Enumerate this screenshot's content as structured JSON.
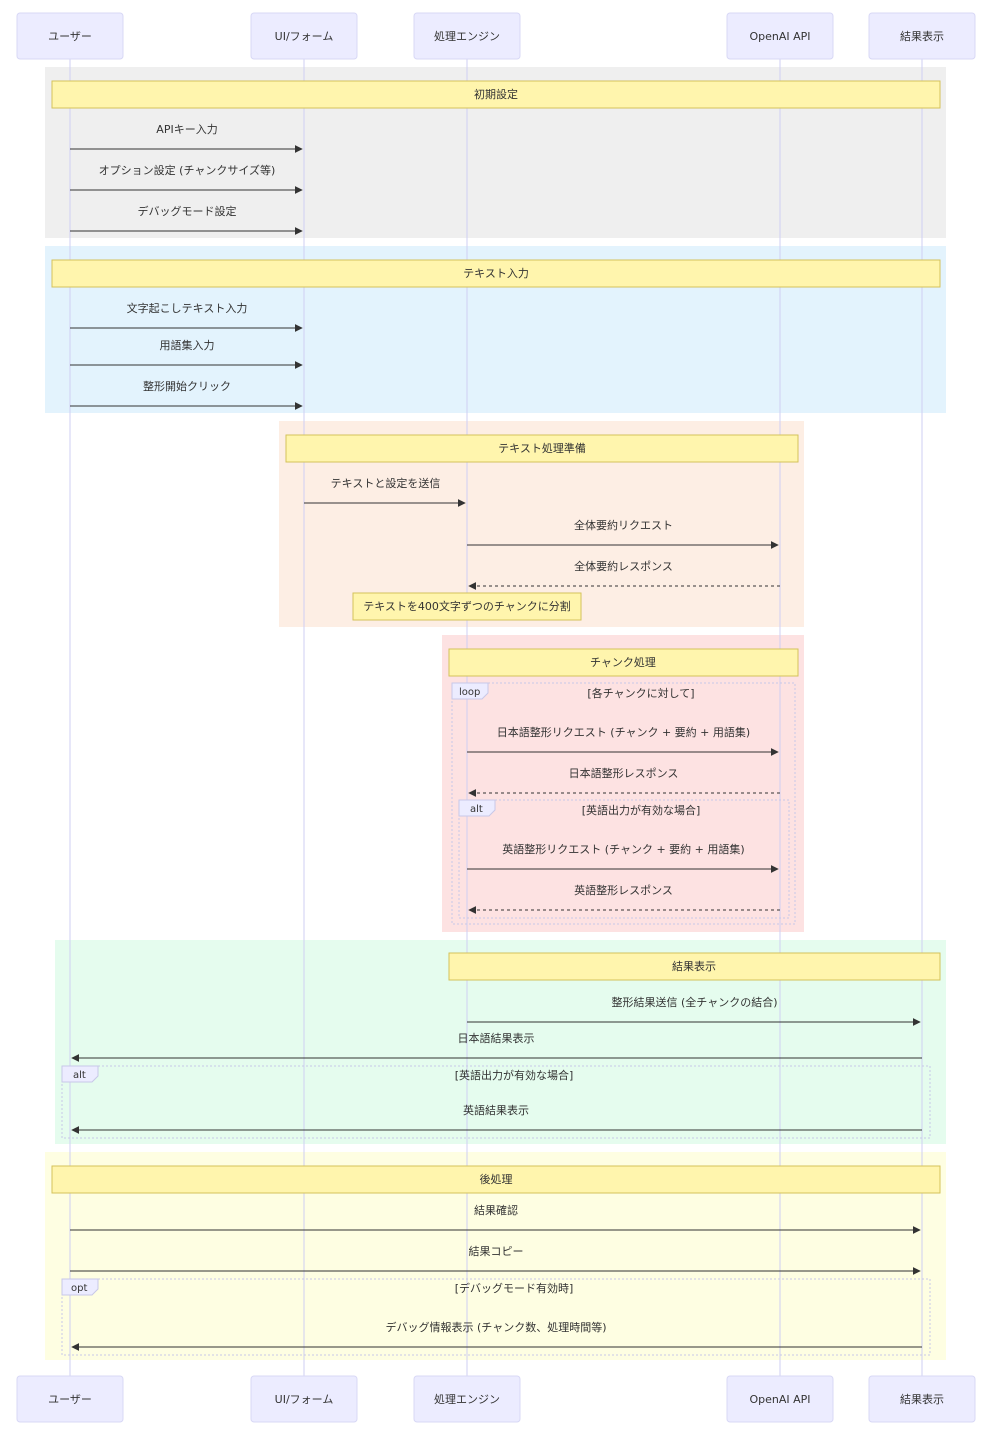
{
  "actors": [
    {
      "id": "user",
      "label": "ユーザー"
    },
    {
      "id": "ui",
      "label": "UI/フォーム"
    },
    {
      "id": "engine",
      "label": "処理エンジン"
    },
    {
      "id": "api",
      "label": "OpenAI API"
    },
    {
      "id": "result",
      "label": "結果表示"
    }
  ],
  "colors": {
    "actor_fill": "#ECECFF",
    "actor_stroke": "#D8D8F5",
    "lifeline": "#CFCFF3",
    "note_fill": "#FFF5AD",
    "note_stroke": "#D4C25A",
    "frame_stroke": "#C8C8E8",
    "arrow": "#333333"
  },
  "sections": [
    {
      "id": "init",
      "title": "初期設定",
      "color": "#EFEFEF"
    },
    {
      "id": "text-input",
      "title": "テキスト入力",
      "color": "#E3F3FD"
    },
    {
      "id": "prep",
      "title": "テキスト処理準備",
      "color": "#FDEEE4"
    },
    {
      "id": "chunk",
      "title": "チャンク処理",
      "color": "#FDE2E2"
    },
    {
      "id": "display",
      "title": "結果表示",
      "color": "#E5FCEE"
    },
    {
      "id": "post",
      "title": "後処理",
      "color": "#FEFEE2"
    }
  ],
  "messages": [
    {
      "from": "user",
      "to": "ui",
      "text": "APIキー入力",
      "style": "solid"
    },
    {
      "from": "user",
      "to": "ui",
      "text": "オプション設定 (チャンクサイズ等)",
      "style": "solid"
    },
    {
      "from": "user",
      "to": "ui",
      "text": "デバッグモード設定",
      "style": "solid"
    },
    {
      "from": "user",
      "to": "ui",
      "text": "文字起こしテキスト入力",
      "style": "solid"
    },
    {
      "from": "user",
      "to": "ui",
      "text": "用語集入力",
      "style": "solid"
    },
    {
      "from": "user",
      "to": "ui",
      "text": "整形開始クリック",
      "style": "solid"
    },
    {
      "from": "ui",
      "to": "engine",
      "text": "テキストと設定を送信",
      "style": "solid"
    },
    {
      "from": "engine",
      "to": "api",
      "text": "全体要約リクエスト",
      "style": "solid"
    },
    {
      "from": "api",
      "to": "engine",
      "text": "全体要約レスポンス",
      "style": "dashed"
    },
    {
      "from": "engine",
      "to": "api",
      "text": "日本語整形リクエスト (チャンク + 要約 + 用語集)",
      "style": "solid"
    },
    {
      "from": "api",
      "to": "engine",
      "text": "日本語整形レスポンス",
      "style": "dashed"
    },
    {
      "from": "engine",
      "to": "api",
      "text": "英語整形リクエスト (チャンク + 要約 + 用語集)",
      "style": "solid"
    },
    {
      "from": "api",
      "to": "engine",
      "text": "英語整形レスポンス",
      "style": "dashed"
    },
    {
      "from": "engine",
      "to": "result",
      "text": "整形結果送信 (全チャンクの結合)",
      "style": "solid"
    },
    {
      "from": "result",
      "to": "user",
      "text": "日本語結果表示",
      "style": "solid"
    },
    {
      "from": "result",
      "to": "user",
      "text": "英語結果表示",
      "style": "solid"
    },
    {
      "from": "user",
      "to": "result",
      "text": "結果確認",
      "style": "solid"
    },
    {
      "from": "user",
      "to": "result",
      "text": "結果コピー",
      "style": "solid"
    },
    {
      "from": "result",
      "to": "user",
      "text": "デバッグ情報表示 (チャンク数、処理時間等)",
      "style": "solid"
    }
  ],
  "notes": [
    {
      "text": "テキストを400文字ずつのチャンクに分割"
    }
  ],
  "frames": [
    {
      "kind": "loop",
      "condition": "[各チャンクに対して]"
    },
    {
      "kind": "alt",
      "condition": "[英語出力が有効な場合]"
    },
    {
      "kind": "alt",
      "condition": "[英語出力が有効な場合]"
    },
    {
      "kind": "opt",
      "condition": "[デバッグモード有効時]"
    }
  ]
}
